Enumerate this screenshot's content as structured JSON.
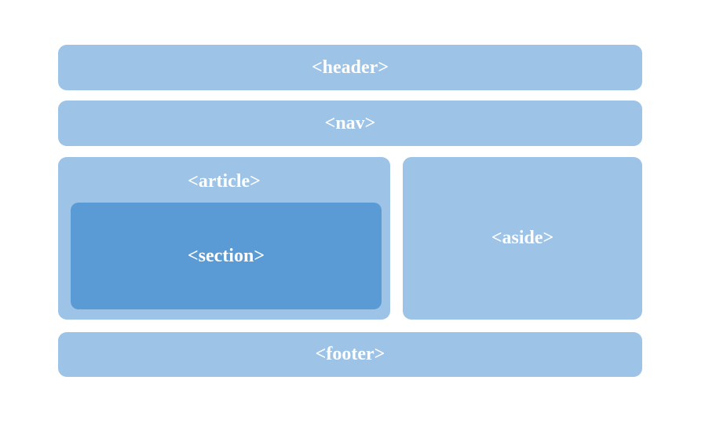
{
  "diagram": {
    "boxes": {
      "header": {
        "label": "<header>"
      },
      "nav": {
        "label": "<nav>"
      },
      "article": {
        "label": "<article>"
      },
      "section": {
        "label": "<section>"
      },
      "aside": {
        "label": "<aside>"
      },
      "footer": {
        "label": "<footer>"
      }
    },
    "colors": {
      "box_light_blue": "#9DC3E6",
      "box_dark_blue": "#5B9BD5",
      "label_text": "#FFFFFF",
      "background": "#FFFFFF"
    }
  }
}
